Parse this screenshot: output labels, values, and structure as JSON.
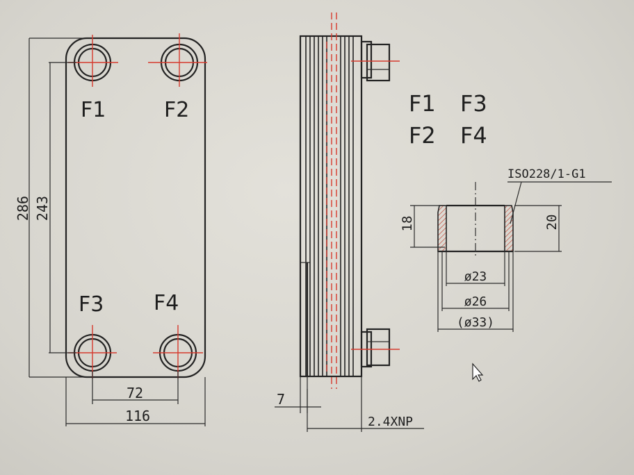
{
  "front_view": {
    "ports": [
      "F1",
      "F2",
      "F3",
      "F4"
    ],
    "dims": {
      "height_total": "286",
      "height_ports": "243",
      "width_ports": "72",
      "width_total": "116"
    }
  },
  "side_view": {
    "dims": {
      "thickness": "7",
      "pack": "2.4XNP"
    }
  },
  "legend": {
    "row1": [
      "F1",
      "F3"
    ],
    "row2": [
      "F2",
      "F4"
    ]
  },
  "connector": {
    "thread": "ISO228/1-G1",
    "dims": {
      "h_inner": "18",
      "h_outer": "20",
      "d_inner": "ø23",
      "d_mid": "ø26",
      "d_outer": "(ø33)"
    }
  },
  "icons": [
    "mouse-cursor-icon"
  ]
}
